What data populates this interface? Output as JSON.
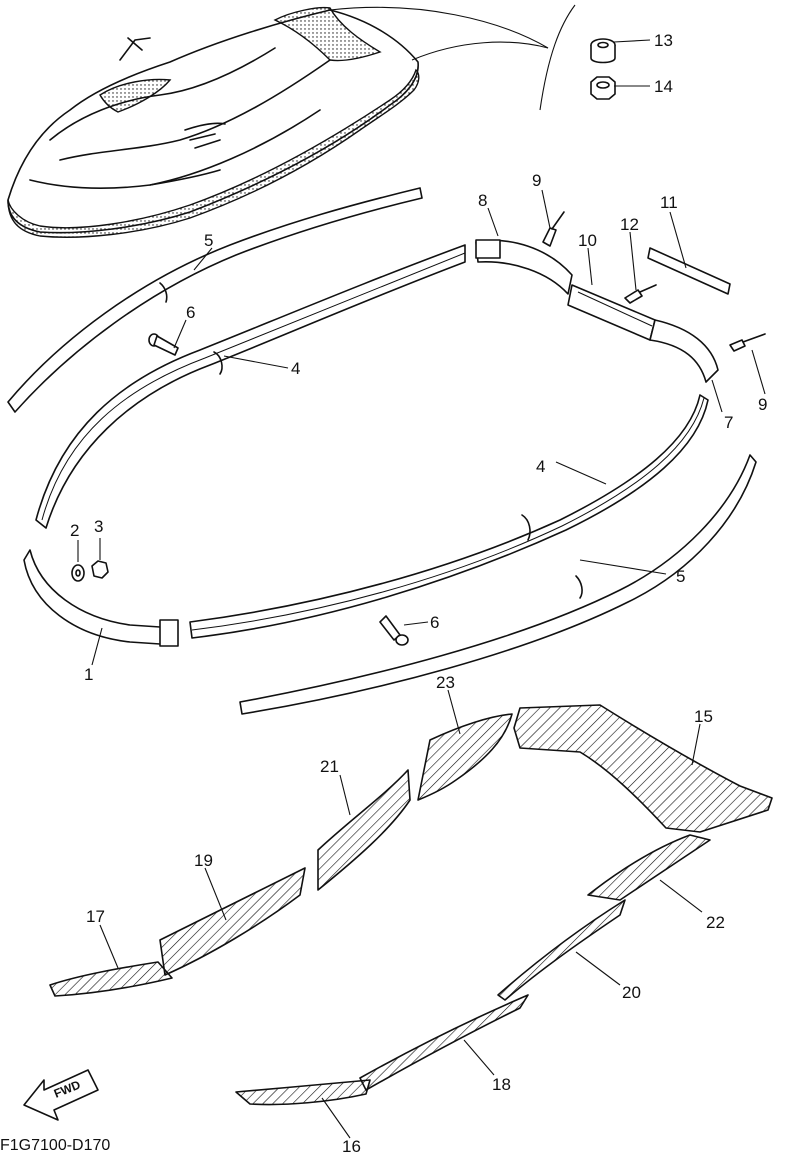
{
  "diagram_code": "F1G7100-D170",
  "fwd_label": "FWD",
  "callouts": {
    "c1": "1",
    "c2": "2",
    "c3": "3",
    "c4a": "4",
    "c4b": "4",
    "c5a": "5",
    "c5b": "5",
    "c6a": "6",
    "c6b": "6",
    "c7": "7",
    "c8": "8",
    "c9a": "9",
    "c9b": "9",
    "c10": "10",
    "c11": "11",
    "c12": "12",
    "c13": "13",
    "c14": "14",
    "c15": "15",
    "c16": "16",
    "c17": "17",
    "c18": "18",
    "c19": "19",
    "c20": "20",
    "c21": "21",
    "c22": "22",
    "c23": "23"
  }
}
